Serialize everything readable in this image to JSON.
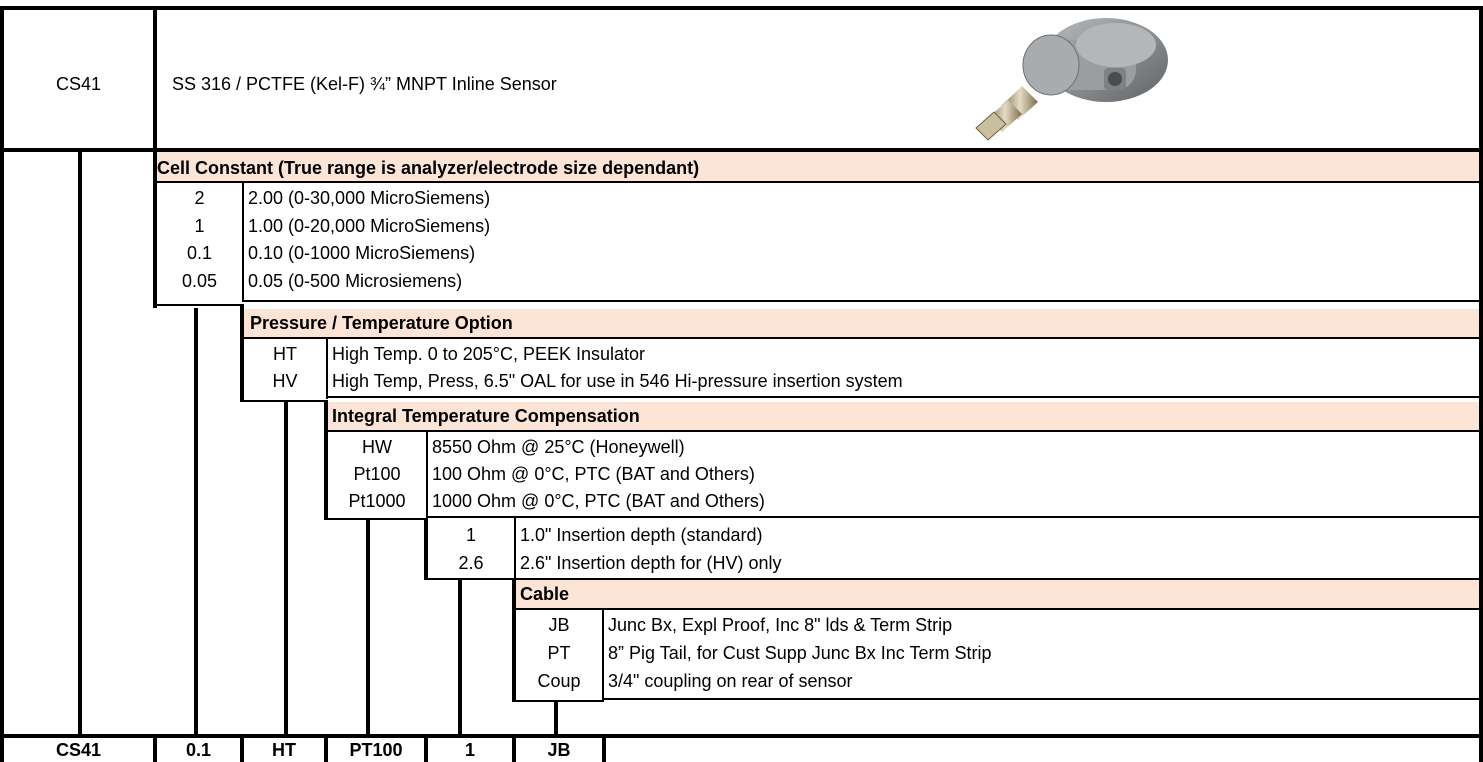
{
  "product": {
    "model": "CS41",
    "description": "SS 316 / PCTFE (Kel-F) ¾” MNPT Inline Sensor",
    "image_name": "inline-conductivity-sensor-photo"
  },
  "sections": {
    "cell_constant": {
      "title": "Cell Constant (True range is analyzer/electrode size dependant)",
      "options": [
        {
          "code": "2",
          "desc": "2.00 (0-30,000 MicroSiemens)"
        },
        {
          "code": "1",
          "desc": "1.00 (0-20,000 MicroSiemens)"
        },
        {
          "code": "0.1",
          "desc": "0.10 (0-1000 MicroSiemens)"
        },
        {
          "code": "0.05",
          "desc": "0.05 (0-500 Microsiemens)"
        }
      ]
    },
    "pressure_temp": {
      "title": "Pressure / Temperature Option",
      "options": [
        {
          "code": "HT",
          "desc": "High Temp. 0 to 205°C, PEEK Insulator"
        },
        {
          "code": "HV",
          "desc": "High Temp, Press, 6.5\" OAL for use in 546 Hi-pressure insertion system"
        }
      ]
    },
    "temp_comp": {
      "title": "Integral Temperature Compensation",
      "options": [
        {
          "code": "HW",
          "desc": "8550 Ohm @ 25°C (Honeywell)"
        },
        {
          "code": "Pt100",
          "desc": "100 Ohm @ 0°C, PTC (BAT and Others)"
        },
        {
          "code": "Pt1000",
          "desc": "1000 Ohm @ 0°C, PTC (BAT and Others)"
        }
      ]
    },
    "insertion": {
      "options": [
        {
          "code": "1",
          "desc": "1.0\" Insertion depth (standard)"
        },
        {
          "code": "2.6",
          "desc": "2.6\" Insertion depth for (HV) only"
        }
      ]
    },
    "cable": {
      "title": "Cable",
      "options": [
        {
          "code": "JB",
          "desc": "Junc Bx, Expl Proof, Inc 8\" lds & Term Strip"
        },
        {
          "code": "PT",
          "desc": "8” Pig Tail, for Cust Supp Junc Bx Inc Term Strip"
        },
        {
          "code": "Coup",
          "desc": "3/4\" coupling on rear of sensor"
        }
      ]
    }
  },
  "example_code": [
    "CS41",
    "0.1",
    "HT",
    "PT100",
    "1",
    "JB"
  ]
}
